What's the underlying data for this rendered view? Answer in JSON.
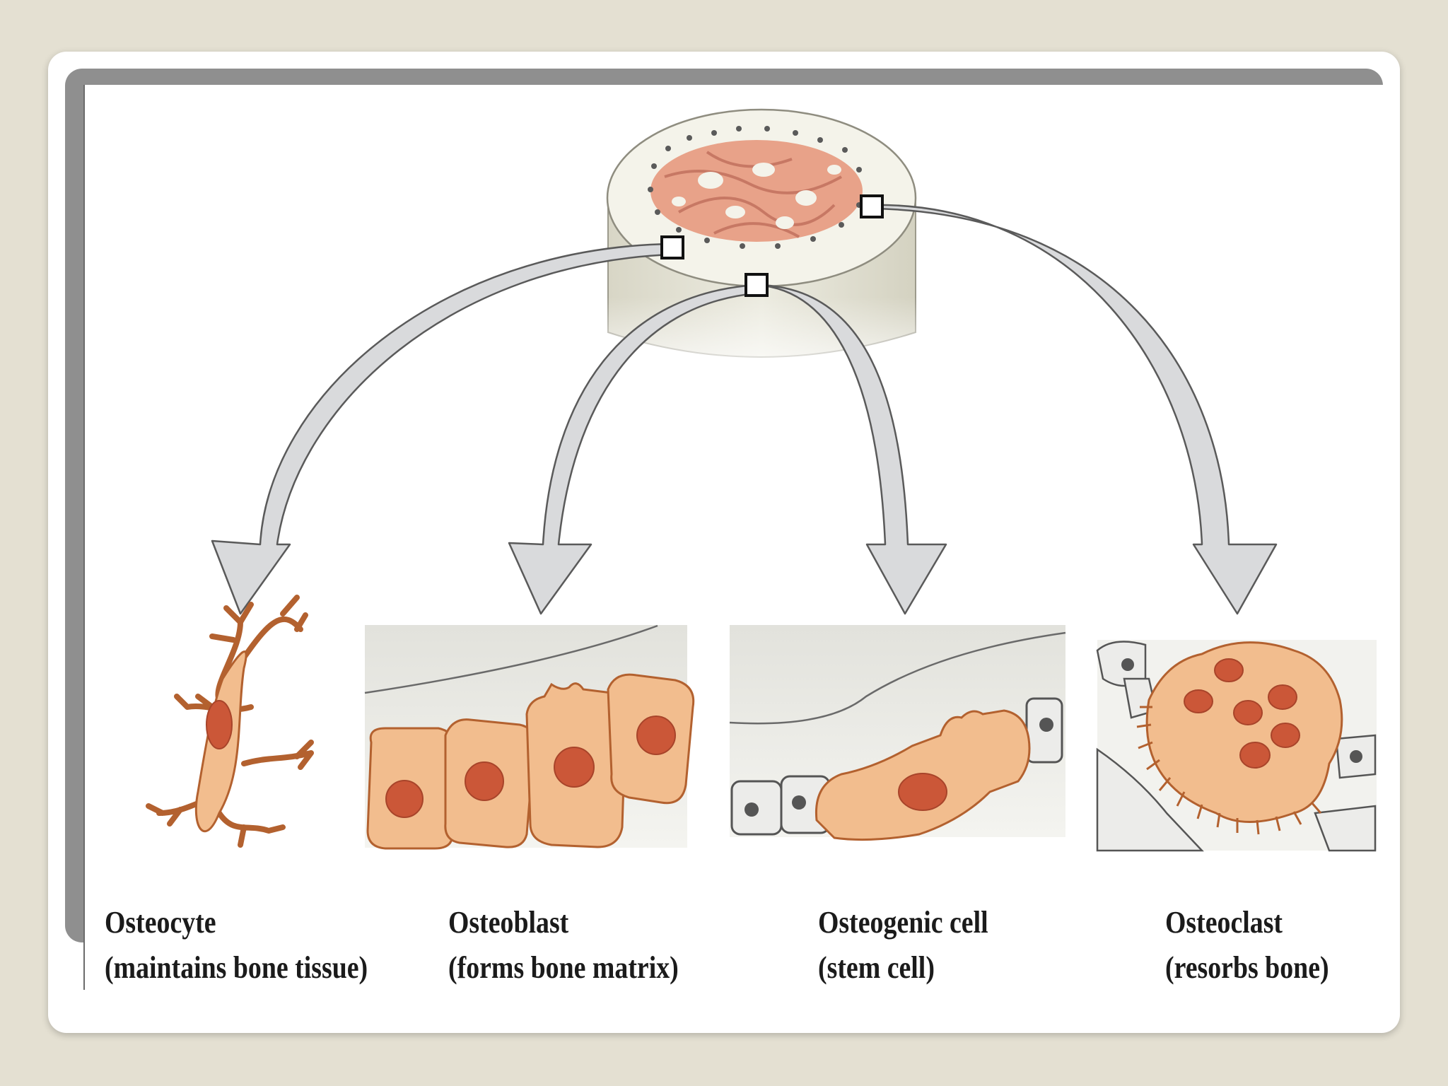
{
  "cells": [
    {
      "name": "Osteocyte",
      "role": "(maintains bone tissue)"
    },
    {
      "name": "Osteoblast",
      "role": "(forms bone matrix)"
    },
    {
      "name": "Osteogenic cell",
      "role": "(stem cell)"
    },
    {
      "name": "Osteoclast",
      "role": "(resorbs bone)"
    }
  ],
  "colors": {
    "background": "#e4e0d2",
    "cell_body": "#f2bd8e",
    "cell_outline": "#b3612f",
    "nucleus": "#cb5738",
    "arrow_fill": "#d9dadc",
    "arrow_stroke": "#5a5a5a",
    "bone_shaft": "#e7e4d6"
  }
}
